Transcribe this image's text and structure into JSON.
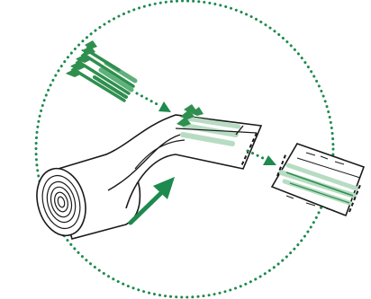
{
  "diagram": {
    "colors": {
      "dots": "#1d8a4e",
      "arrow": "#1d8a4e",
      "asparagus_dark": "#2f8f4e",
      "asparagus_mid": "#5fb07a",
      "asparagus_light": "#b7dcc3",
      "outline": "#1a1a1a",
      "film_fill": "#ffffff"
    },
    "elements": [
      {
        "name": "boundary-circle",
        "kind": "dotted circle"
      },
      {
        "name": "asparagus-bundle-input",
        "kind": "asparagus bundle"
      },
      {
        "name": "feed-arrow-dotted",
        "kind": "dotted arrow"
      },
      {
        "name": "film-roll",
        "kind": "roll of wrapping film"
      },
      {
        "name": "film-sheet",
        "kind": "unrolled film wrapping bundle"
      },
      {
        "name": "unroll-direction-arrow",
        "kind": "solid arrow"
      },
      {
        "name": "output-arrow-dotted",
        "kind": "dotted arrow"
      },
      {
        "name": "wrapped-package",
        "kind": "wrapped asparagus package"
      }
    ]
  }
}
